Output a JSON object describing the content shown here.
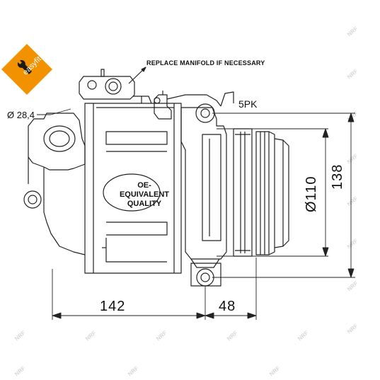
{
  "labels": {
    "manifold_note": "REPLACE MANIFOLD IF NECESSARY",
    "port_diameter": "Ø 28,4",
    "belt": "5PK",
    "width_body": "142",
    "width_pulley": "48",
    "height_total": "138",
    "pulley_diameter": "Ø110"
  },
  "oe_badge": {
    "line1": "OE-",
    "line2": "EQUIVALENT",
    "line3": "QUALITY"
  },
  "easyfit_badge": {
    "text": "easyfit",
    "color": "#f39200",
    "icon": "wrench-icon"
  },
  "watermark": {
    "text": "NRF"
  }
}
